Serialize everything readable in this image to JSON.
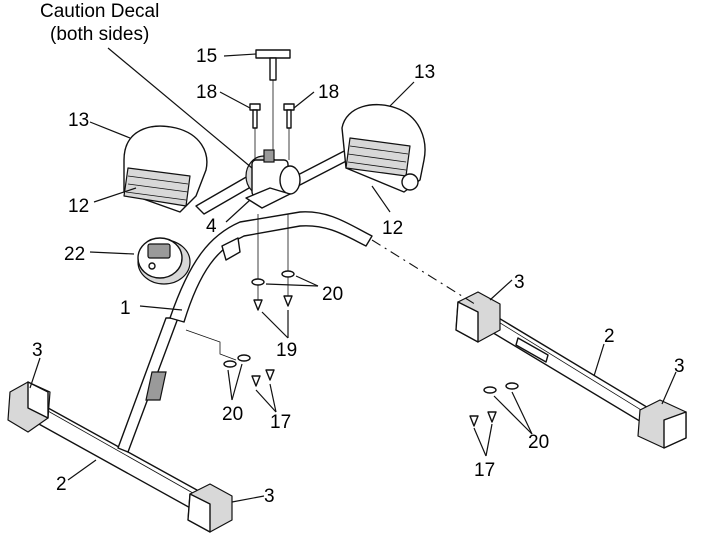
{
  "labels": {
    "caution_line1": "Caution Decal",
    "caution_line2": "(both sides)",
    "p15": "15",
    "p18_left": "18",
    "p18_right": "18",
    "p13_left": "13",
    "p13_right": "13",
    "p12_left": "12",
    "p12_right": "12",
    "p4": "4",
    "p22": "22",
    "p1": "1",
    "p20_center": "20",
    "p19": "19",
    "p3_left_top": "3",
    "p3_left_bottom": "3",
    "p3_right_top": "3",
    "p3_right_bottom": "3",
    "p2_left": "2",
    "p2_right": "2",
    "p20_left": "20",
    "p17_left": "17",
    "p20_right": "20",
    "p17_right": "17"
  }
}
